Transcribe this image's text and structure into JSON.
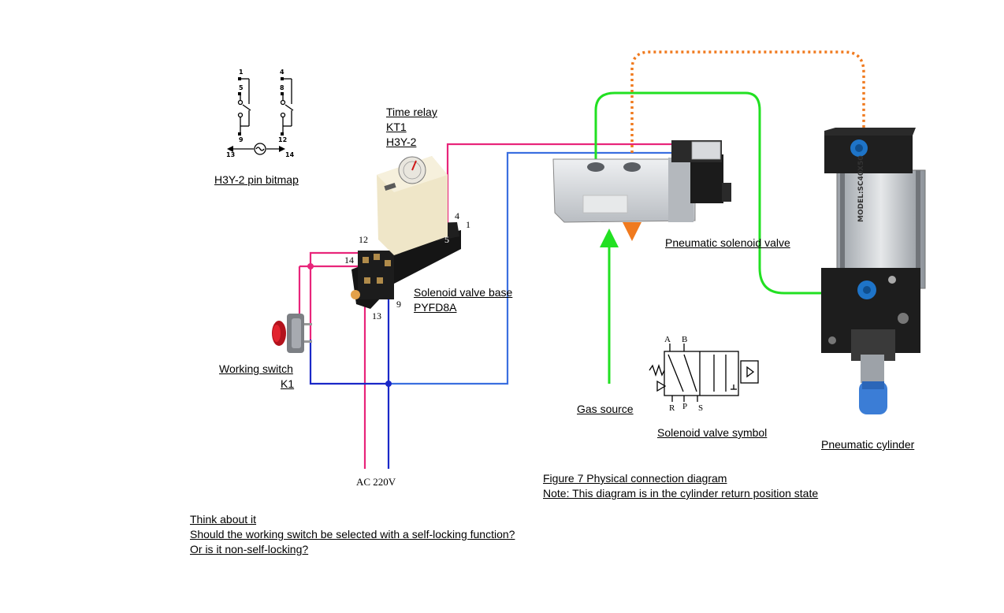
{
  "labels": {
    "pin_bitmap": "H3Y-2 pin bitmap",
    "time_relay": [
      "Time relay",
      "KT1",
      "H3Y-2"
    ],
    "valve_base": [
      "Solenoid valve base",
      "PYFD8A"
    ],
    "working_switch": [
      "Working switch",
      "K1"
    ],
    "power": "AC  220V",
    "pneumatic_valve": "Pneumatic solenoid valve",
    "gas_source": "Gas source",
    "valve_symbol": "Solenoid valve symbol",
    "cylinder": "Pneumatic cylinder",
    "figure_caption": "Figure 7 Physical connection diagram",
    "figure_note": "Note: This diagram is in the cylinder return position state",
    "think": [
      "Think about it",
      "Should the working switch be selected with a self-locking function?",
      "Or is it non-self-locking?"
    ]
  },
  "relay_pins": {
    "p12": "12",
    "p14": "14",
    "p4": "4",
    "p1": "1",
    "p5": "5",
    "p9": "9",
    "p13": "13"
  },
  "bitmap_pins": {
    "left": [
      "1",
      "5",
      "9"
    ],
    "right": [
      "4",
      "8",
      "12"
    ],
    "coil_left": "13",
    "coil_right": "14"
  },
  "symbol_ports": {
    "A": "A",
    "B": "B",
    "R": "R",
    "P": "P",
    "S": "S"
  },
  "cylinder_model": "MODEL:SC40X50",
  "colors": {
    "live_wire": "#e8257a",
    "neutral_wire": "#1a28c8",
    "neutral_wire_light": "#3b6fe0",
    "air_supply": "#22e022",
    "exhaust": "#f07a1e"
  }
}
